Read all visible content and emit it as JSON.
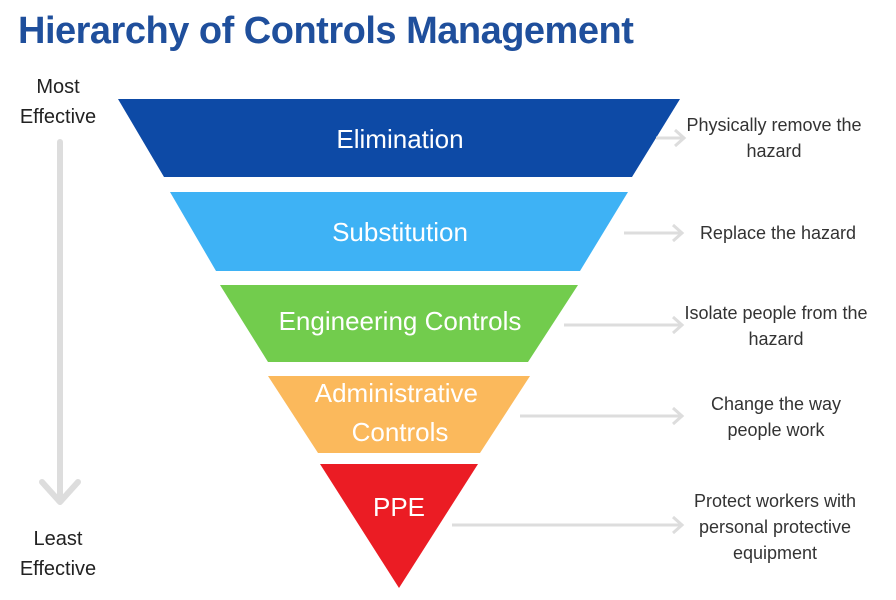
{
  "title": "Hierarchy of Controls Management",
  "scale": {
    "top": "Most Effective",
    "bottom": "Least Effective"
  },
  "levels": [
    {
      "label": "Elimination",
      "description": "Physically remove the hazard",
      "color": "#0d4aa6"
    },
    {
      "label": "Substitution",
      "description": "Replace the hazard",
      "color": "#3eb2f5"
    },
    {
      "label": "Engineering Controls",
      "description": "Isolate people from the hazard",
      "color": "#72cc4d"
    },
    {
      "label": "Administrative Controls",
      "description": "Change the way people work",
      "color": "#fbb95c"
    },
    {
      "label": "PPE",
      "description": "Protect workers with personal protective equipment",
      "color": "#eb1c24"
    }
  ],
  "colors": {
    "arrow": "#dddddd",
    "title": "#1f4f9c"
  }
}
